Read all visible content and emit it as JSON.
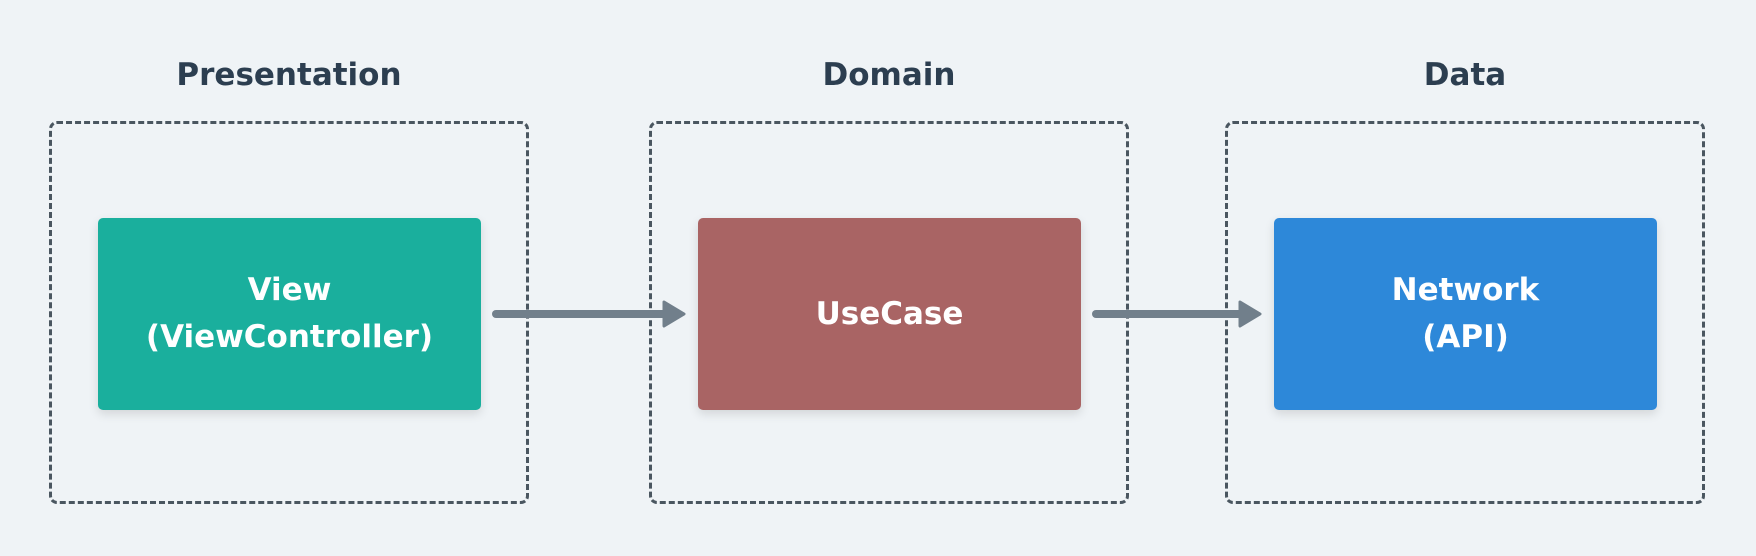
{
  "layers": [
    {
      "title": "Presentation",
      "node": {
        "label": "View\n(ViewController)",
        "color": "#1aaf9d"
      }
    },
    {
      "title": "Domain",
      "node": {
        "label": "UseCase",
        "color": "#a96464"
      }
    },
    {
      "title": "Data",
      "node": {
        "label": "Network\n(API)",
        "color": "#2d88d9"
      }
    }
  ],
  "colors": {
    "background": "#eff3f6",
    "title_text": "#2c3e50",
    "dashed_border": "#4a5660",
    "arrow": "#717f8b"
  }
}
